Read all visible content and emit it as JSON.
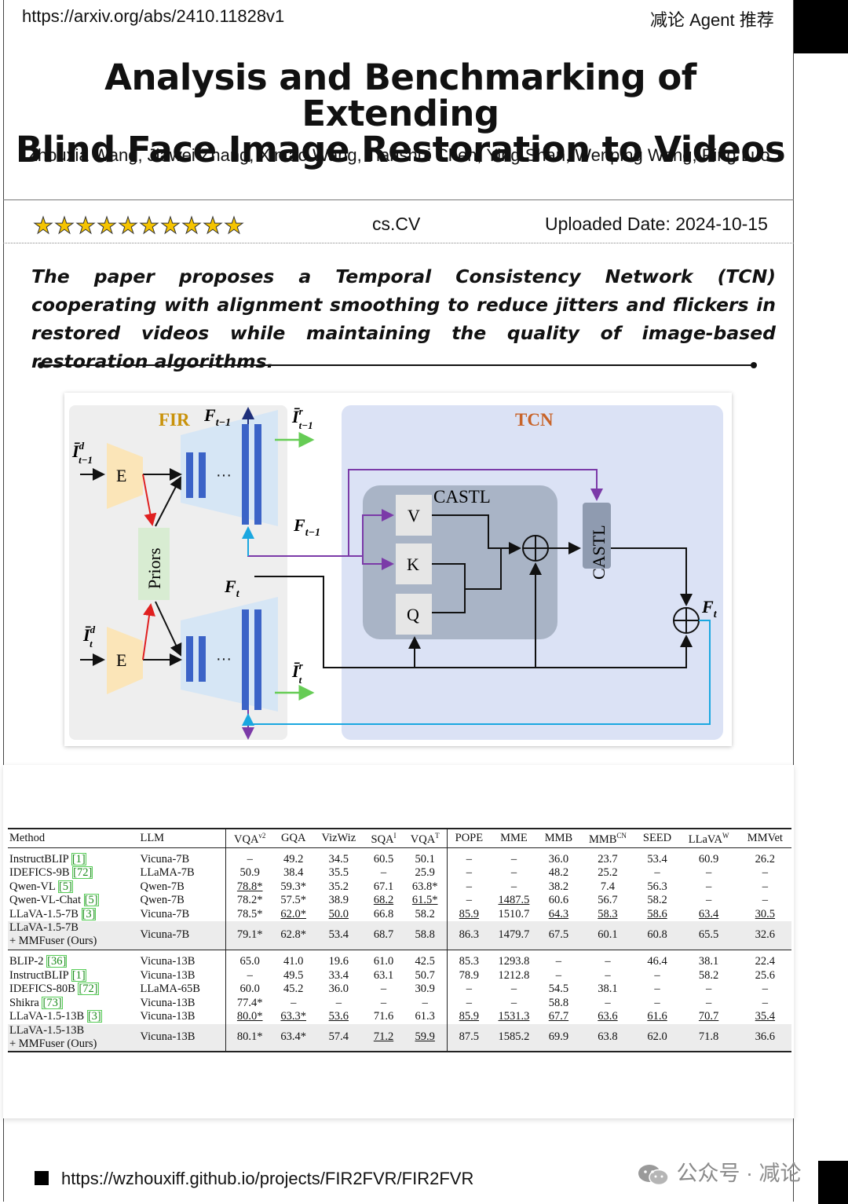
{
  "header": {
    "url": "https://arxiv.org/abs/2410.11828v1",
    "brand": "减论 Agent 推荐"
  },
  "paper": {
    "title_line1": "Analysis and Benchmarking of Extending",
    "title_line2": "Blind Face Image Restoration to Videos",
    "authors": "Zhouxia Wang, Jiawei Zhang, Xintao Wang, Tianshui Chen, Ying Shan, Wenping Wang, Ping Luo",
    "rating_stars": "★★★★★★★★★★",
    "rating_value": 10,
    "category": "cs.CV",
    "uploaded": "Uploaded Date: 2024-10-15",
    "summary": "The paper proposes a Temporal Consistency Network (TCN) cooperating with alignment smoothing to reduce jitters and flickers in restored videos while maintaining the quality of image-based restoration algorithms."
  },
  "figure": {
    "fir_label": "FIR",
    "tcn_label": "TCN",
    "encoder": "E",
    "priors": "Priors",
    "castl": "CASTL",
    "v": "V",
    "k": "K",
    "q": "Q",
    "dots": "···",
    "colors": {
      "fir_bg": "#eeeeee",
      "tcn_bg": "#dbe2f5",
      "block": "#3b63c7",
      "encoder": "#fbe5b8",
      "priors": "#d8ecd2",
      "castl_box": "#a9b4c6",
      "purple": "#7b3aa8",
      "cyan": "#1aa7e0",
      "green": "#66cc55",
      "red": "#e02020"
    }
  },
  "table": {
    "header": [
      "Method",
      "LLM",
      "VQA",
      "GQA",
      "VizWiz",
      "SQA",
      "VQA",
      "POPE",
      "MME",
      "MMB",
      "MMB",
      "SEED",
      "LLaVA",
      "MMVet"
    ],
    "header_sup": [
      "",
      "",
      "v2",
      "",
      "",
      "I",
      "T",
      "",
      "",
      "",
      "CN",
      "",
      "W",
      ""
    ],
    "groups": [
      [
        {
          "m": "InstructBLIP",
          "ref": "[1]",
          "llm": "Vicuna-7B",
          "v": [
            "–",
            "49.2",
            "34.5",
            "60.5",
            "50.1",
            "–",
            "–",
            "36.0",
            "23.7",
            "53.4",
            "60.9",
            "26.2"
          ]
        },
        {
          "m": "IDEFICS-9B",
          "ref": "[72]",
          "llm": "LLaMA-7B",
          "v": [
            "50.9",
            "38.4",
            "35.5",
            "–",
            "25.9",
            "–",
            "–",
            "48.2",
            "25.2",
            "–",
            "–",
            "–"
          ]
        },
        {
          "m": "Qwen-VL",
          "ref": "[5]",
          "llm": "Qwen-7B",
          "v": [
            "78.8*",
            "59.3*",
            "35.2",
            "67.1",
            "63.8*",
            "–",
            "–",
            "38.2",
            "7.4",
            "56.3",
            "–",
            "–"
          ]
        },
        {
          "m": "Qwen-VL-Chat",
          "ref": "[5]",
          "llm": "Qwen-7B",
          "v": [
            "78.2*",
            "57.5*",
            "38.9",
            "68.2",
            "61.5*",
            "–",
            "1487.5",
            "60.6",
            "56.7",
            "58.2",
            "–",
            "–"
          ]
        },
        {
          "m": "LLaVA-1.5-7B",
          "ref": "[3]",
          "llm": "Vicuna-7B",
          "v": [
            "78.5*",
            "62.0*",
            "50.0",
            "66.8",
            "58.2",
            "85.9",
            "1510.7",
            "64.3",
            "58.3",
            "58.6",
            "63.4",
            "30.5"
          ]
        },
        {
          "m": "LLaVA-1.5-7B",
          "m2": "+ MMFuser (Ours)",
          "llm": "Vicuna-7B",
          "ours": true,
          "v": [
            "79.1*",
            "62.8*",
            "53.4",
            "68.7",
            "58.8",
            "86.3",
            "1479.7",
            "67.5",
            "60.1",
            "60.8",
            "65.5",
            "32.6"
          ]
        }
      ],
      [
        {
          "m": "BLIP-2",
          "ref": "[36]",
          "llm": "Vicuna-13B",
          "v": [
            "65.0",
            "41.0",
            "19.6",
            "61.0",
            "42.5",
            "85.3",
            "1293.8",
            "–",
            "–",
            "46.4",
            "38.1",
            "22.4"
          ]
        },
        {
          "m": "InstructBLIP",
          "ref": "[1]",
          "llm": "Vicuna-13B",
          "v": [
            "–",
            "49.5",
            "33.4",
            "63.1",
            "50.7",
            "78.9",
            "1212.8",
            "–",
            "–",
            "–",
            "58.2",
            "25.6"
          ]
        },
        {
          "m": "IDEFICS-80B",
          "ref": "[72]",
          "llm": "LLaMA-65B",
          "v": [
            "60.0",
            "45.2",
            "36.0",
            "–",
            "30.9",
            "–",
            "–",
            "54.5",
            "38.1",
            "–",
            "–",
            "–"
          ]
        },
        {
          "m": "Shikra",
          "ref": "[73]",
          "llm": "Vicuna-13B",
          "v": [
            "77.4*",
            "–",
            "–",
            "–",
            "–",
            "–",
            "–",
            "58.8",
            "–",
            "–",
            "–",
            "–"
          ]
        },
        {
          "m": "LLaVA-1.5-13B",
          "ref": "[3]",
          "llm": "Vicuna-13B",
          "v": [
            "80.0*",
            "63.3*",
            "53.6",
            "71.6",
            "61.3",
            "85.9",
            "1531.3",
            "67.7",
            "63.6",
            "61.6",
            "70.7",
            "35.4"
          ]
        },
        {
          "m": "LLaVA-1.5-13B",
          "m2": "+ MMFuser (Ours)",
          "llm": "Vicuna-13B",
          "ours": true,
          "v": [
            "80.1*",
            "63.4*",
            "57.4",
            "71.2",
            "59.9",
            "87.5",
            "1585.2",
            "69.9",
            "63.8",
            "62.0",
            "71.8",
            "36.6"
          ]
        }
      ]
    ],
    "bold": [
      [
        5,
        0
      ],
      [
        5,
        1
      ],
      [
        5,
        2
      ],
      [
        5,
        3
      ],
      [
        2,
        4
      ],
      [
        5,
        5
      ],
      [
        4,
        6
      ],
      [
        5,
        7
      ],
      [
        5,
        8
      ],
      [
        5,
        9
      ],
      [
        5,
        10
      ],
      [
        5,
        11
      ],
      [
        11,
        0
      ],
      [
        11,
        1
      ],
      [
        11,
        2
      ],
      [
        10,
        3
      ],
      [
        10,
        4
      ],
      [
        11,
        5
      ],
      [
        11,
        6
      ],
      [
        11,
        7
      ],
      [
        11,
        8
      ],
      [
        11,
        9
      ],
      [
        11,
        10
      ],
      [
        11,
        11
      ]
    ],
    "underline": [
      [
        2,
        0
      ],
      [
        4,
        1
      ],
      [
        4,
        2
      ],
      [
        3,
        3
      ],
      [
        3,
        4
      ],
      [
        4,
        5
      ],
      [
        3,
        6
      ],
      [
        4,
        7
      ],
      [
        4,
        8
      ],
      [
        4,
        9
      ],
      [
        4,
        10
      ],
      [
        4,
        11
      ],
      [
        10,
        0
      ],
      [
        10,
        1
      ],
      [
        10,
        2
      ],
      [
        11,
        3
      ],
      [
        11,
        4
      ],
      [
        10,
        5
      ],
      [
        10,
        6
      ],
      [
        10,
        7
      ],
      [
        10,
        8
      ],
      [
        10,
        9
      ],
      [
        10,
        10
      ],
      [
        10,
        11
      ]
    ]
  },
  "footer": {
    "url": "https://wzhouxiff.github.io/projects/FIR2FVR/FIR2FVR",
    "watermark": "公众号 · 减论"
  }
}
